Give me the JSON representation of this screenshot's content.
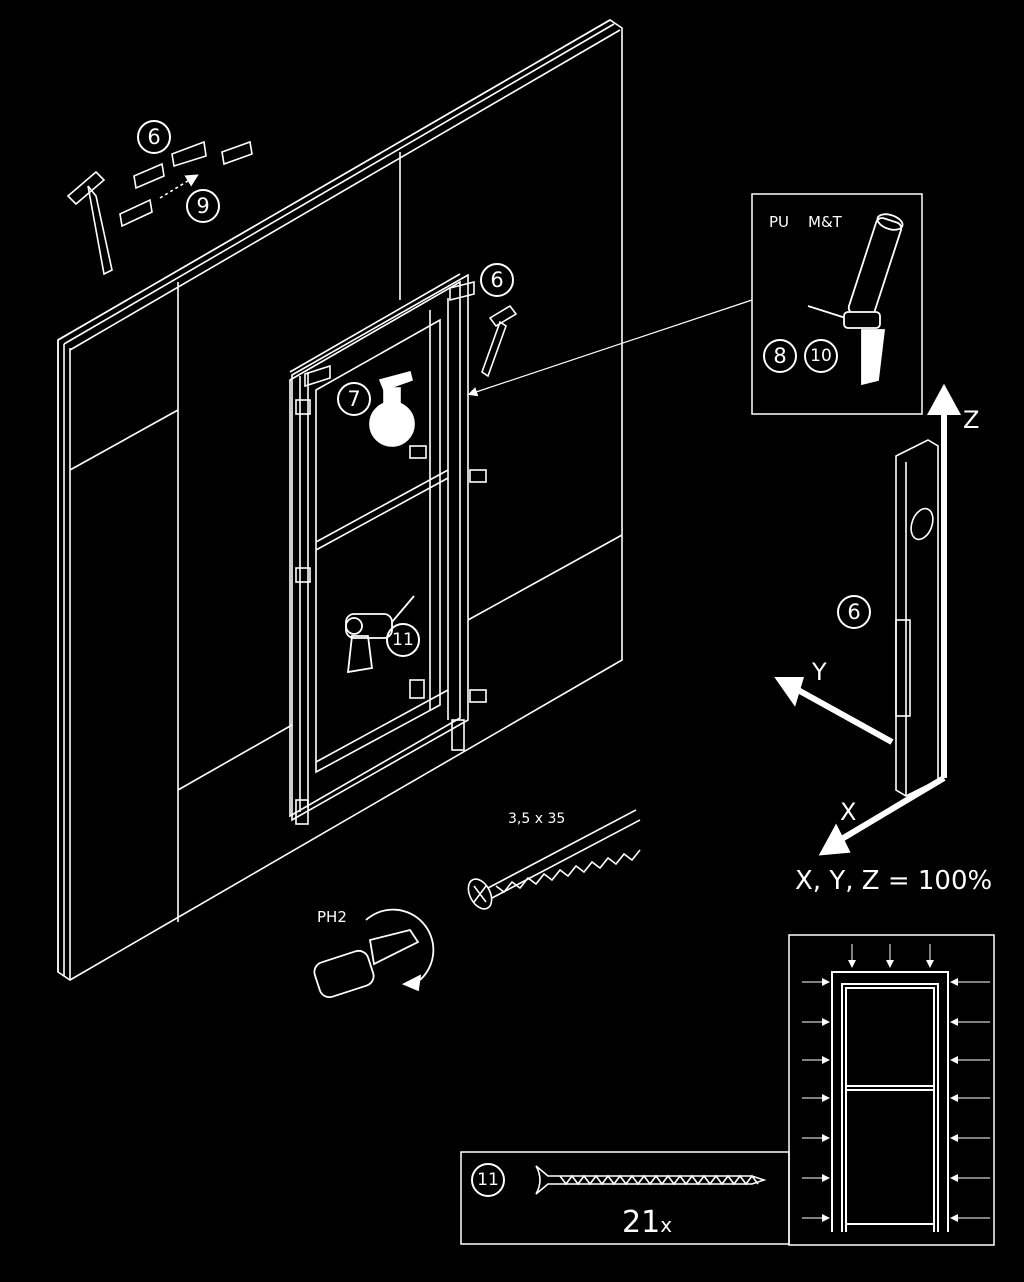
{
  "steps": {
    "wedges_top": "6",
    "wedges_remove": "9",
    "frame_top": "6",
    "spray": "7",
    "drill": "11",
    "level": "6",
    "foam_a": "8",
    "foam_b": "10",
    "screw_count_step": "11"
  },
  "foam_inset": {
    "label_pu": "PU",
    "label_mt": "M&T"
  },
  "screw": {
    "size": "3,5 x 35"
  },
  "bit": {
    "label": "PH2"
  },
  "axes": {
    "z": "Z",
    "y": "Y",
    "x": "X",
    "tolerance": "X, Y, Z = 100%"
  },
  "screw_count": {
    "count": "21",
    "suffix": "x"
  },
  "colors": {
    "background": "#000000",
    "line": "#ffffff"
  }
}
